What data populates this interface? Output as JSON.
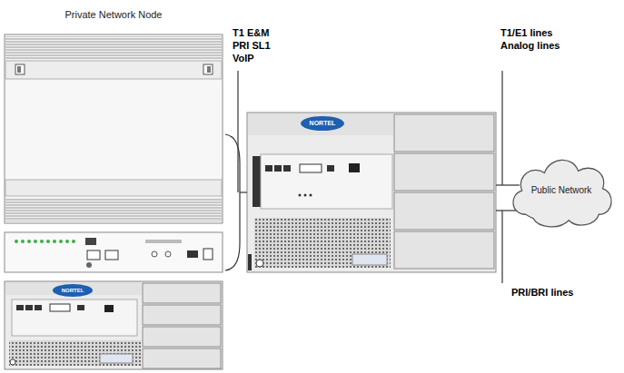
{
  "diagram": {
    "nodes": [
      {
        "text": [
          "Private Network Node"
        ]
      },
      {
        "text": [
          "Public Network"
        ]
      }
    ],
    "labels": [
      "T1 E&M",
      "PRI SL1",
      "VoIP",
      "T1/E1 lines",
      "Analog lines",
      "PRI/BRI lines",
      "NORTEL",
      "NORTEL"
    ]
  }
}
